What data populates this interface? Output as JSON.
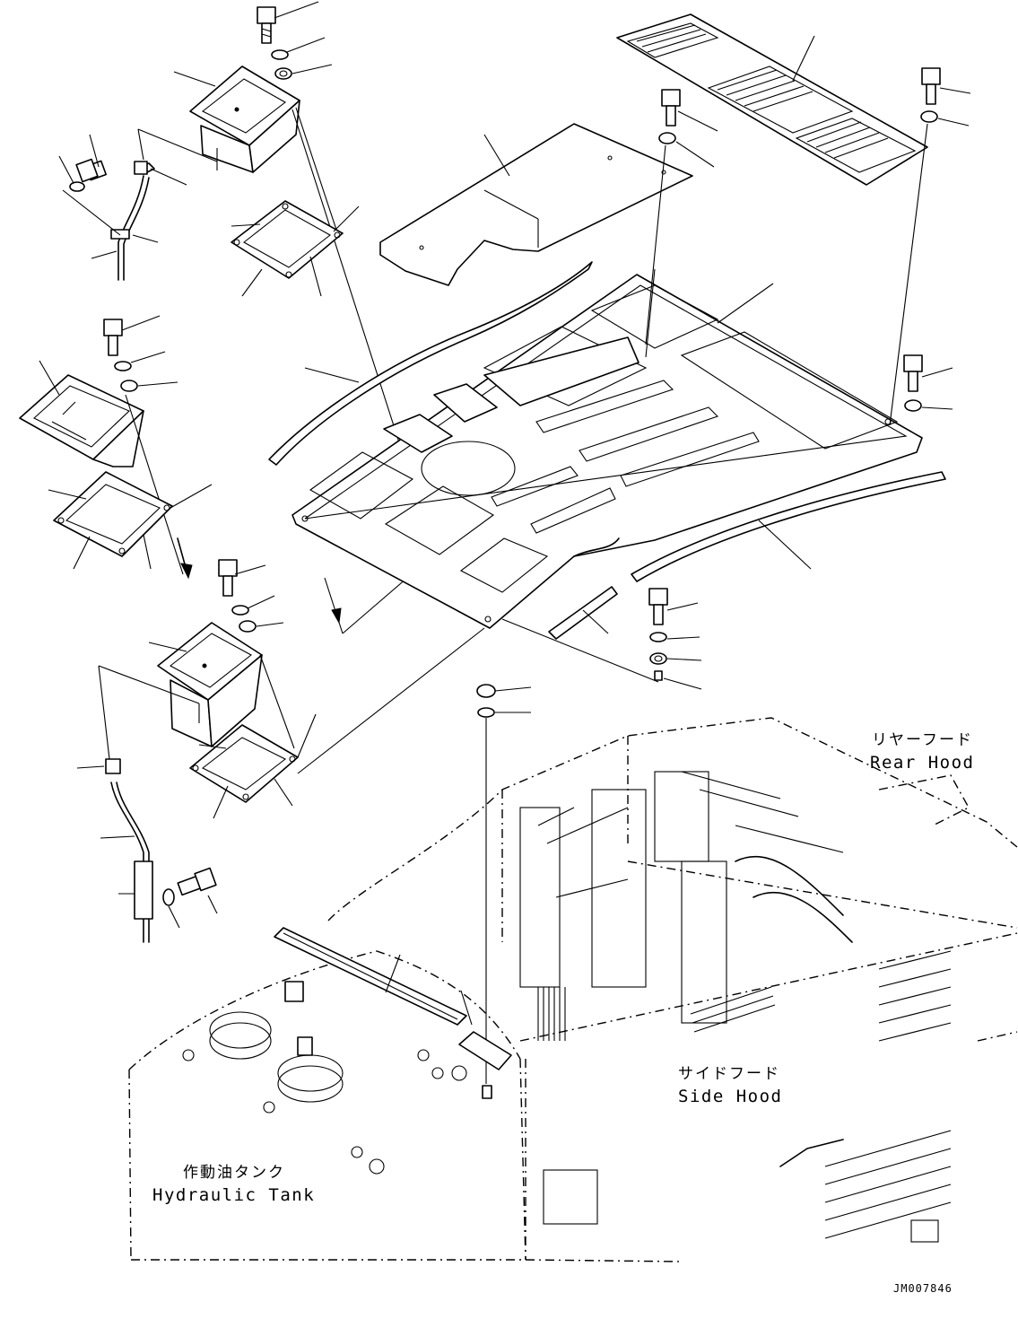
{
  "labels": {
    "rear_hood_jp": "リヤーフード",
    "rear_hood_en": "Rear Hood",
    "side_hood_jp": "サイドフード",
    "side_hood_en": "Side Hood",
    "hydraulic_tank_jp": "作動油タンク",
    "hydraulic_tank_en": "Hydraulic Tank"
  },
  "drawing_code": "JM007846"
}
